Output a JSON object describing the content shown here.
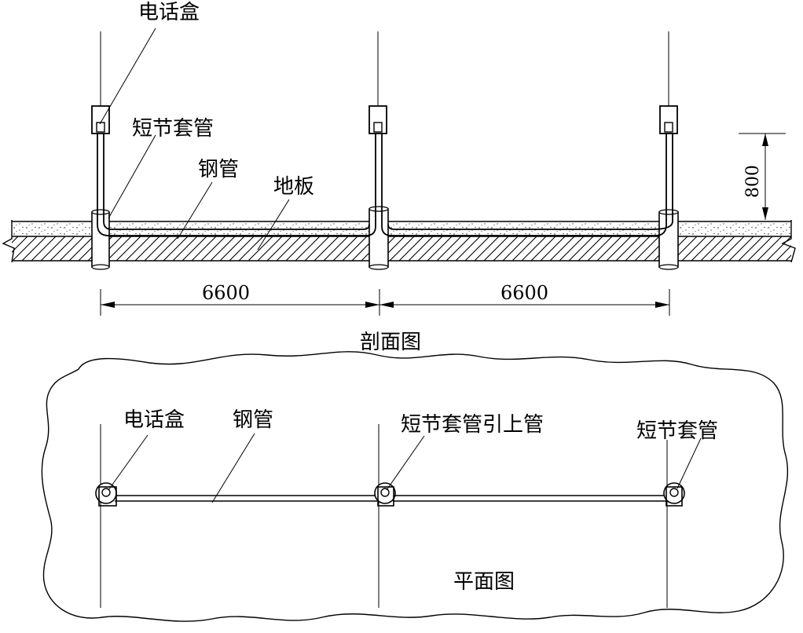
{
  "section": {
    "labels": {
      "telephone_box": "电话盒",
      "short_sleeve": "短节套管",
      "steel_pipe": "钢管",
      "floor": "地板"
    },
    "height_dim": "800",
    "span_dims": [
      "6600",
      "6600"
    ],
    "caption": "剖面图"
  },
  "plan": {
    "labels": {
      "telephone_box": "电话盒",
      "steel_pipe": "钢管",
      "sleeve_riser": "短节套管引上管",
      "short_sleeve": "短节套管"
    },
    "caption": "平面图"
  }
}
